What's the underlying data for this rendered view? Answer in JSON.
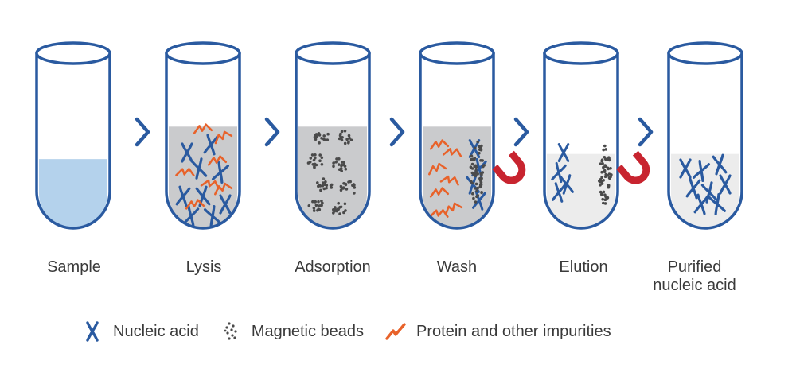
{
  "steps": [
    {
      "label": "Sample",
      "liquid": "blue",
      "fill": 0.39
    },
    {
      "label": "Lysis",
      "liquid": "gray",
      "fill": 0.58
    },
    {
      "label": "Adsorption",
      "liquid": "gray",
      "fill": 0.58
    },
    {
      "label": "Wash",
      "liquid": "gray",
      "fill": 0.58,
      "magnet": true
    },
    {
      "label": "Elution",
      "liquid": "light",
      "fill": 0.42,
      "magnet": true
    },
    {
      "label": "Purified nucleic acid",
      "liquid": "light",
      "fill": 0.42
    }
  ],
  "legend": [
    {
      "icon": "nucleic-acid-icon",
      "label": "Nucleic acid"
    },
    {
      "icon": "magnetic-beads-icon",
      "label": "Magnetic beads"
    },
    {
      "icon": "protein-impurity-icon",
      "label": "Protein and other impurities"
    }
  ],
  "colors": {
    "tube_outline": "#2a5aa0",
    "nucleic_acid": "#2a5aa0",
    "protein": "#e8622a",
    "beads": "#4a4a4a",
    "magnet": "#c8242f",
    "liquid_blue": "#b4d2ec",
    "liquid_gray": "#cacbcd",
    "liquid_light": "#ececec",
    "arrow": "#2a5aa0",
    "text": "#3a3a3a"
  }
}
